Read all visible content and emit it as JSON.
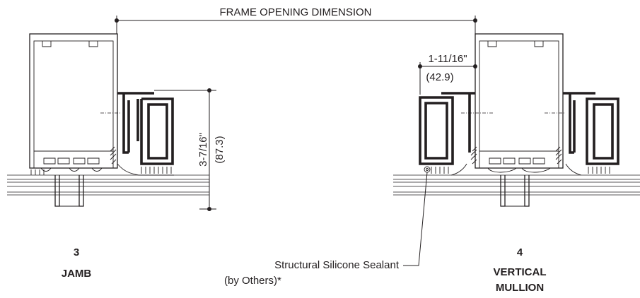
{
  "dimensions": {
    "frame_opening": "FRAME OPENING DIMENSION",
    "offset_in": "1-11/16\"",
    "offset_mm": "(42.9)",
    "depth_in": "3-7/16\"",
    "depth_mm": "(87.3)"
  },
  "callouts": {
    "sealant_line1": "Structural Silicone Sealant",
    "sealant_line2": "(by Others)*"
  },
  "sections": {
    "jamb": {
      "number": "3",
      "title": "JAMB"
    },
    "mullion": {
      "number": "4",
      "title_line1": "VERTICAL",
      "title_line2": "MULLION"
    }
  }
}
